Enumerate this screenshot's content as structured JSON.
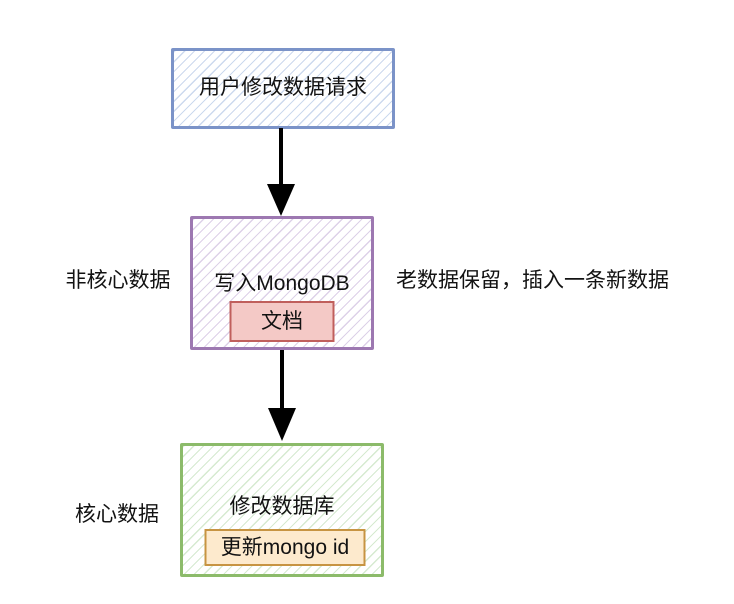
{
  "diagram": {
    "nodes": {
      "request": {
        "label": "用户修改数据请求"
      },
      "write_mongodb": {
        "label": "写入MongoDB",
        "inner_label": "文档"
      },
      "modify_database": {
        "label": "修改数据库",
        "inner_label": "更新mongo id"
      }
    },
    "annotations": {
      "left_middle": "非核心数据",
      "right_middle": "老数据保留，插入一条新数据",
      "left_bottom": "核心数据"
    },
    "colors": {
      "request-border": "#7b93c8",
      "request-hatch": "#ccd9ee",
      "mongodb-border": "#9d78b1",
      "mongodb-hatch": "#ddd1e8",
      "doc-fill": "#f4c9c6",
      "doc-border": "#c05f5c",
      "database-border": "#8cbb6a",
      "database-hatch": "#d6ead0",
      "update-fill": "#fdeacd",
      "update-border": "#c79442",
      "text": "#121212",
      "arrow": "#000000"
    }
  }
}
